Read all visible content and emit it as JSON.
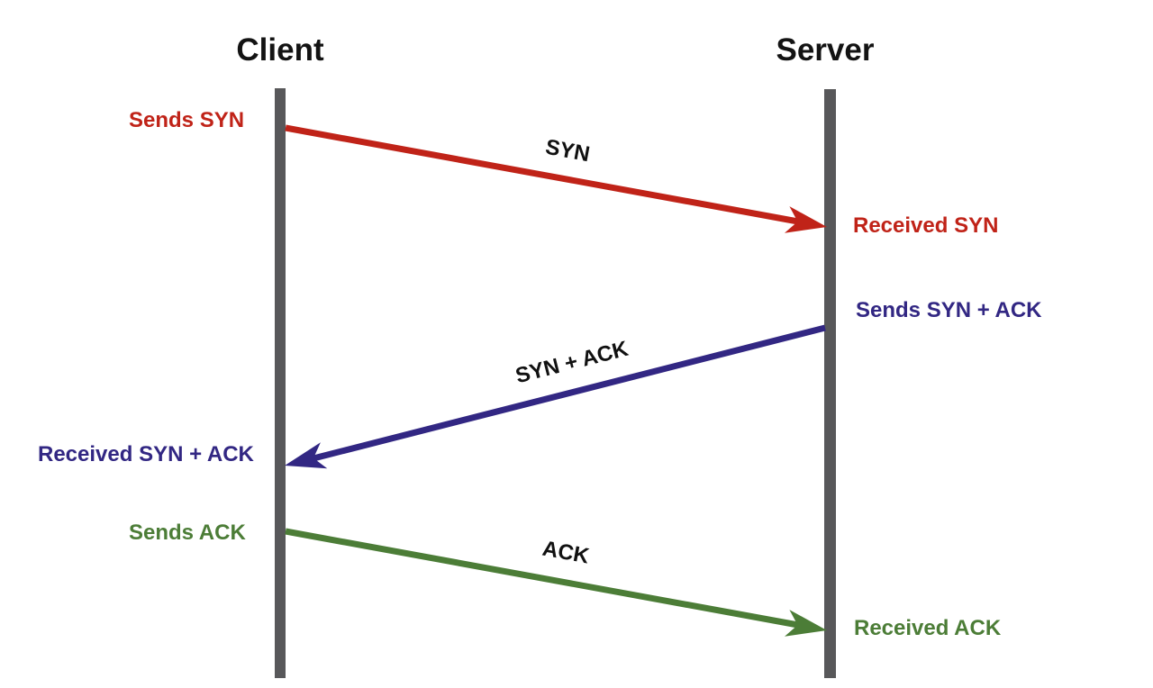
{
  "diagram_type": "sequence-diagram",
  "actors": [
    {
      "name": "Client"
    },
    {
      "name": "Server"
    }
  ],
  "colors": {
    "syn": "#c02318",
    "syn_ack": "#322783",
    "ack": "#4c7d37",
    "lifeline": "#58585a",
    "lifeline_edge": "#c9c9c9",
    "arrow_label_text": "#111111"
  },
  "messages": [
    {
      "label": "SYN",
      "from": "Client",
      "to": "Server",
      "send_label": "Sends SYN",
      "receive_label": "Received SYN",
      "color": "#c02318"
    },
    {
      "label": "SYN + ACK",
      "from": "Server",
      "to": "Client",
      "send_label": "Sends SYN + ACK",
      "receive_label": "Received SYN + ACK",
      "color": "#322783"
    },
    {
      "label": "ACK",
      "from": "Client",
      "to": "Server",
      "send_label": "Sends ACK",
      "receive_label": "Received ACK",
      "color": "#4c7d37"
    }
  ]
}
